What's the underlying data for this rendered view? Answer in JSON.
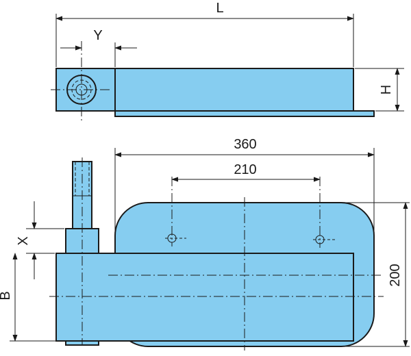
{
  "labels": {
    "length": "L",
    "offset_y": "Y",
    "height": "H",
    "width_total": "360",
    "hole_spacing": "210",
    "offset_x": "X",
    "height_b": "B",
    "depth": "200"
  },
  "colors": {
    "part_fill": "#86cdf0",
    "line": "#1a1a1a",
    "background": "#ffffff"
  }
}
